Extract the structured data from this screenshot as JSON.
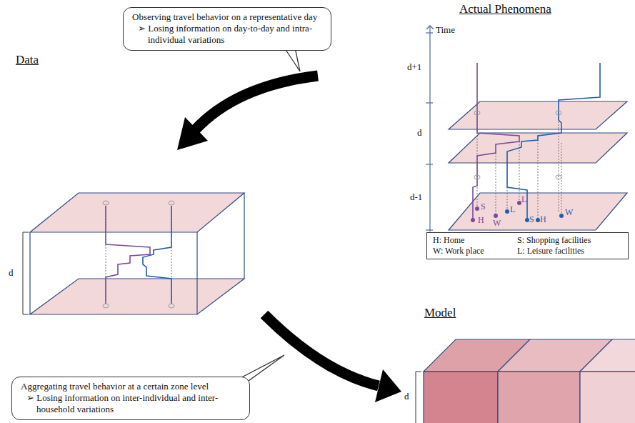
{
  "diagram": {
    "nodes": [
      {
        "text": [
          "Observing travel behavior on a representative day",
          "➢ Losing information on day-to-day and intra-individual variations"
        ]
      },
      {
        "text": [
          "H: Home",
          "S: Shopping facilities",
          "W: Work place",
          "L: Leisure facilities"
        ]
      },
      {
        "text": [
          "Aggregating travel behavior at a certain zone level",
          "➢ Losing information on inter-individual and inter-household variations"
        ]
      }
    ],
    "labels": [
      "Actual Phenomena",
      "Time",
      "d+1",
      "d",
      "d-1",
      "S",
      "H",
      "W",
      "L",
      "L",
      "S",
      "H",
      "W",
      "Data",
      "d",
      "Model",
      "d"
    ]
  }
}
